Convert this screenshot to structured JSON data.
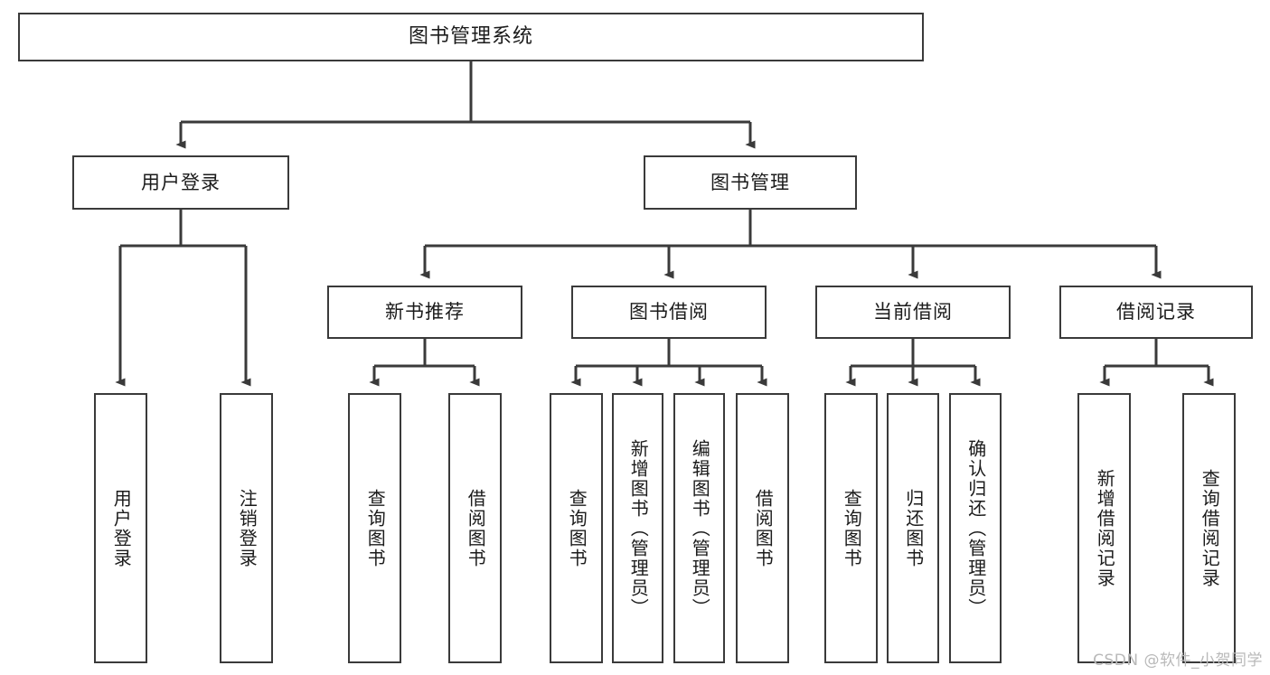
{
  "diagram": {
    "title": "图书管理系统",
    "type": "tree-hierarchy-diagram",
    "colors": {
      "box_stroke": "#3a3a3a",
      "box_fill": "#ffffff",
      "connector": "#3a3a3a",
      "text": "#1b1b1b",
      "watermark": "#b9b9b9",
      "background": "#ffffff"
    },
    "root": {
      "label": "图书管理系统"
    },
    "level2": [
      {
        "id": "user-login",
        "label": "用户登录"
      },
      {
        "id": "book-management",
        "label": "图书管理"
      }
    ],
    "level3": [
      {
        "id": "new-book-recommend",
        "label": "新书推荐",
        "parent": "book-management"
      },
      {
        "id": "book-borrow",
        "label": "图书借阅",
        "parent": "book-management"
      },
      {
        "id": "current-borrow",
        "label": "当前借阅",
        "parent": "book-management"
      },
      {
        "id": "borrow-record",
        "label": "借阅记录",
        "parent": "book-management"
      }
    ],
    "leaves": {
      "user_login": [
        {
          "id": "leaf-user-login",
          "label": "用户登录"
        },
        {
          "id": "leaf-logout-login",
          "label": "注销登录"
        }
      ],
      "new_book_recommend": [
        {
          "id": "leaf-query-book-1",
          "label": "查询图书"
        },
        {
          "id": "leaf-borrow-book-1",
          "label": "借阅图书"
        }
      ],
      "book_borrow": [
        {
          "id": "leaf-query-book-2",
          "label": "查询图书"
        },
        {
          "id": "leaf-add-book",
          "label": "新增图书（管理员）"
        },
        {
          "id": "leaf-edit-book",
          "label": "编辑图书（管理员）"
        },
        {
          "id": "leaf-borrow-book-2",
          "label": "借阅图书"
        }
      ],
      "current_borrow": [
        {
          "id": "leaf-query-book-3",
          "label": "查询图书"
        },
        {
          "id": "leaf-return-book",
          "label": "归还图书"
        },
        {
          "id": "leaf-confirm-return",
          "label": "确认归还（管理员）"
        }
      ],
      "borrow_record": [
        {
          "id": "leaf-add-borrow-record",
          "label": "新增借阅记录"
        },
        {
          "id": "leaf-query-borrow-record",
          "label": "查询借阅记录"
        }
      ]
    }
  },
  "watermark": {
    "text": "CSDN @软件_小贺同学"
  }
}
